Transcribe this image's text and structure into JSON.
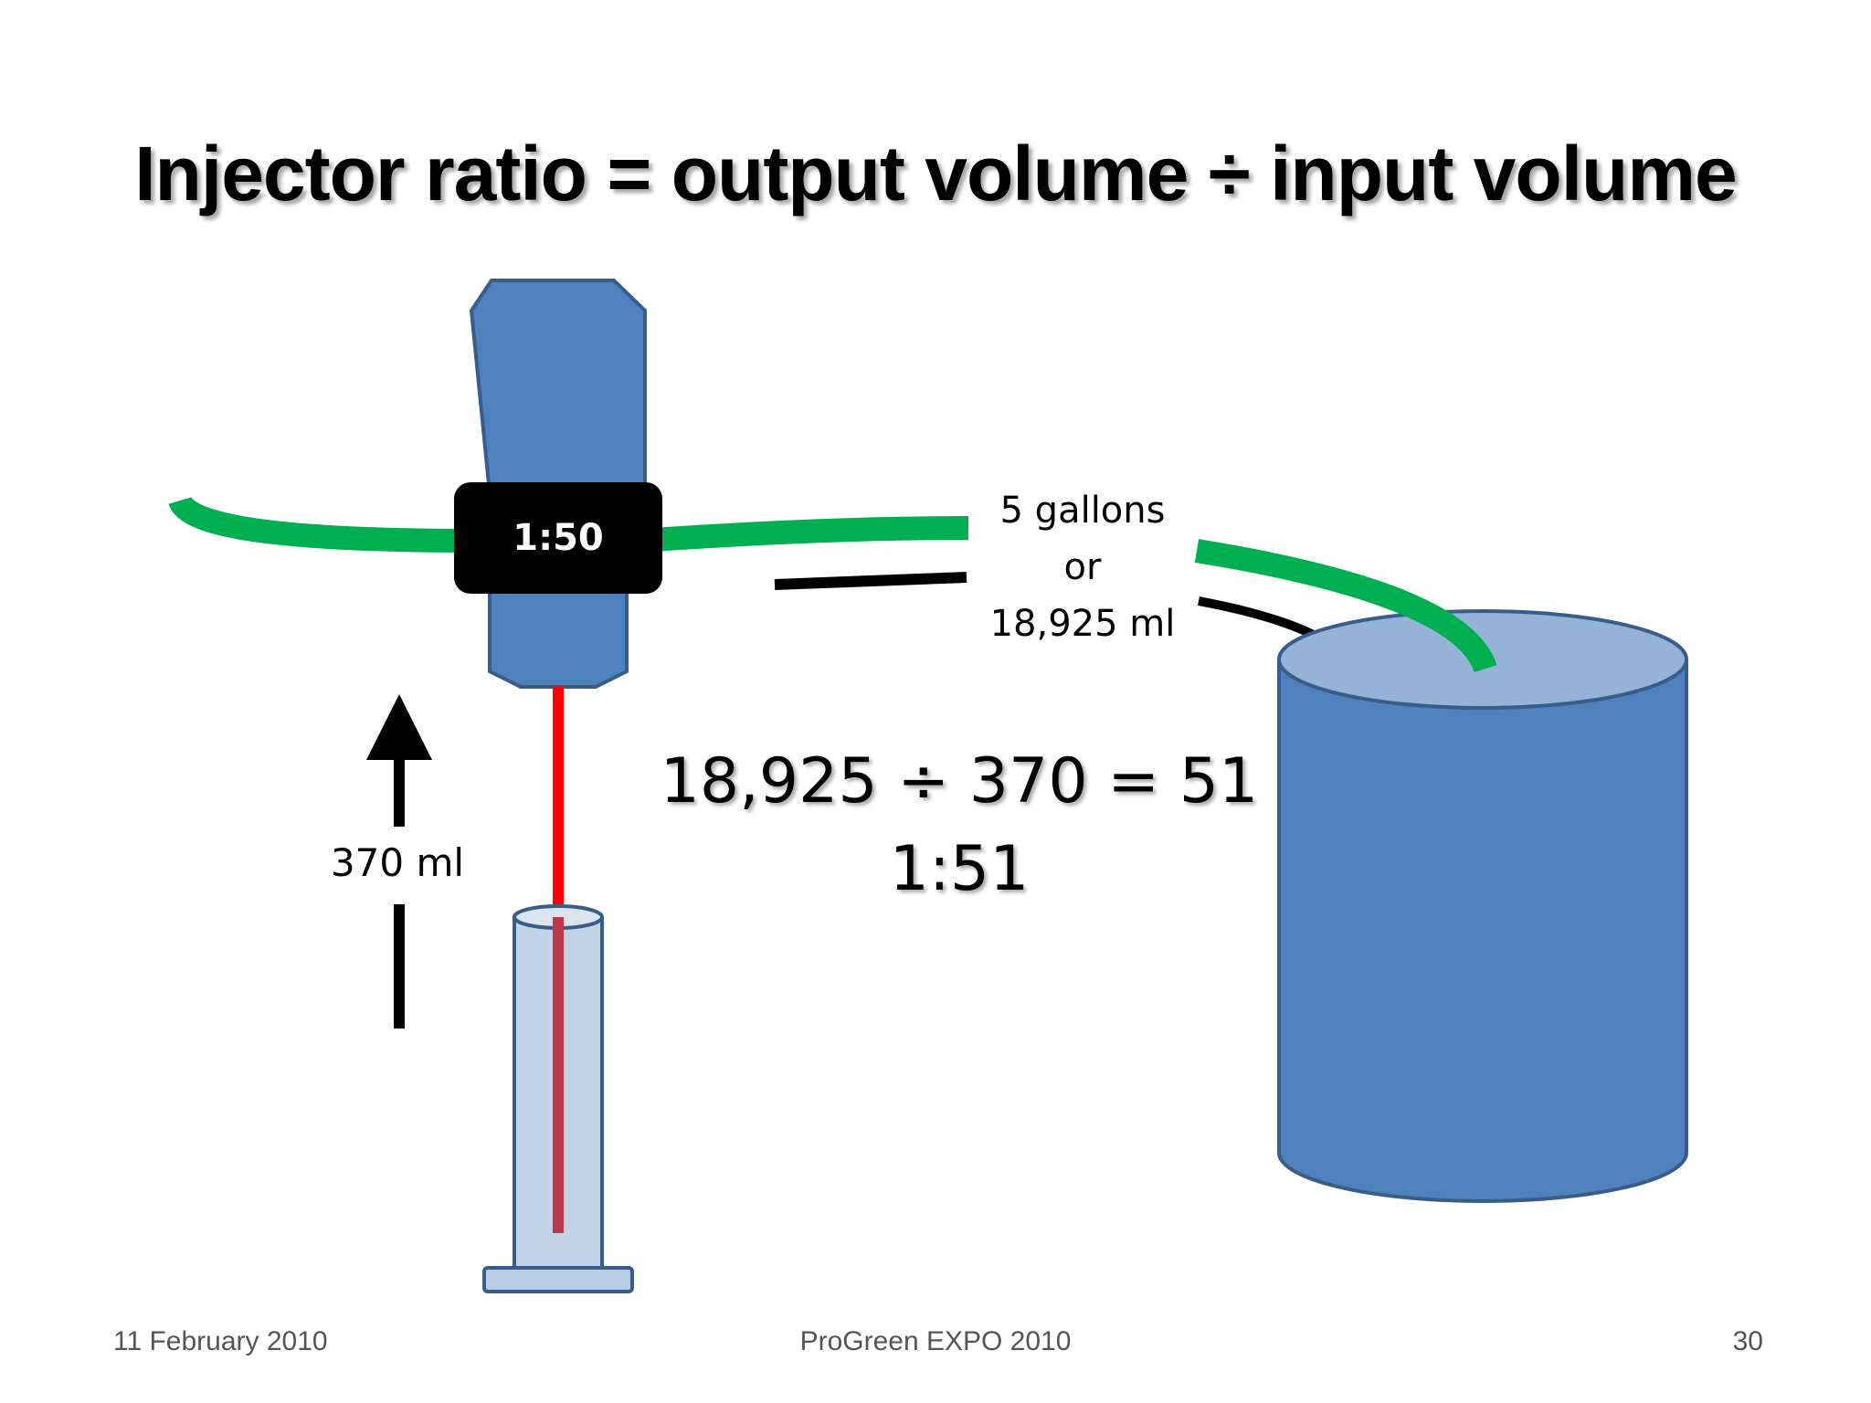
{
  "title": "Injector ratio = output volume ÷ input volume",
  "injector": {
    "ratio_label": "1:50"
  },
  "output": {
    "line1": "5 gallons",
    "line2": "or",
    "line3": "18,925 ml"
  },
  "input": {
    "volume_label": "370 ml"
  },
  "calculation": {
    "equation": "18,925 ÷ 370 = 51",
    "result": "1:51"
  },
  "footer": {
    "date": "11 February 2010",
    "event": "ProGreen EXPO 2010",
    "page": "30"
  },
  "colors": {
    "injector_blue": "#4f81bd",
    "tank_top": "#95b3d7",
    "hose_green": "#00b050",
    "siphon_red": "#ff0000",
    "cylinder": "#b9cde5"
  }
}
